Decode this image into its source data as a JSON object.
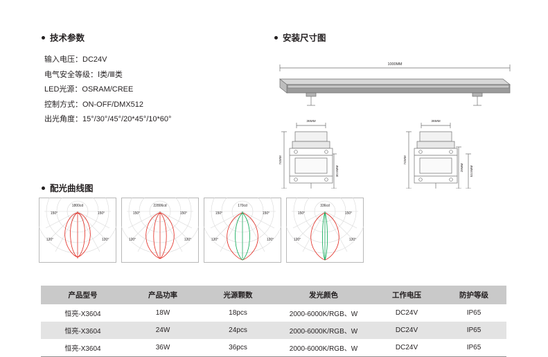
{
  "sections": {
    "specs_title": "技术参数",
    "dimension_title": "安装尺寸图",
    "curve_title": "配光曲线图"
  },
  "specs": [
    "输入电压：DC24V",
    "电气安全等级：Ⅰ类/Ⅲ类",
    "LED光源：OSRAM/CREE",
    "控制方式：ON-OFF/DMX512",
    "出光角度：15°/30°/45°/20*45°/10*60°"
  ],
  "dimension": {
    "length_label": "1000MM",
    "left_view": {
      "top_label": "36MM",
      "side_label": "74MM",
      "inner_label": "30.5MM"
    },
    "right_view": {
      "top_label": "36MM",
      "side_label": "74MM",
      "inner_label": "29MM",
      "inner_label2": "53.5MM"
    }
  },
  "curves": [
    {
      "value": "1800cd",
      "left_angle": "150°",
      "right_angle": "150°",
      "left_angle2": "120°",
      "right_angle2": "120°"
    },
    {
      "value": "22806cd",
      "left_angle": "150°",
      "right_angle": "150°",
      "left_angle2": "120°",
      "right_angle2": "120°"
    },
    {
      "value": "170cd",
      "left_angle": "150°",
      "right_angle": "150°",
      "left_angle2": "120°",
      "right_angle2": "120°"
    },
    {
      "value": "336cd",
      "left_angle": "150°",
      "right_angle": "150°",
      "left_angle2": "120°",
      "right_angle2": "120°"
    }
  ],
  "table": {
    "headers": [
      "产品型号",
      "产品功率",
      "光源颗数",
      "发光颜色",
      "工作电压",
      "防护等级"
    ],
    "rows": [
      [
        "恒亮-X3604",
        "18W",
        "18pcs",
        "2000-6000K/RGB、W",
        "DC24V",
        "IP65"
      ],
      [
        "恒亮-X3604",
        "24W",
        "24pcs",
        "2000-6000K/RGB、W",
        "DC24V",
        "IP65"
      ],
      [
        "恒亮-X3604",
        "36W",
        "36pcs",
        "2000-6000K/RGB、W",
        "DC24V",
        "IP65"
      ]
    ]
  },
  "colors": {
    "header_bg": "#c9c9c9",
    "alt_row_bg": "#e3e3e3",
    "curve_red": "#e2241b",
    "curve_green": "#00a64f",
    "text": "#231f20"
  }
}
